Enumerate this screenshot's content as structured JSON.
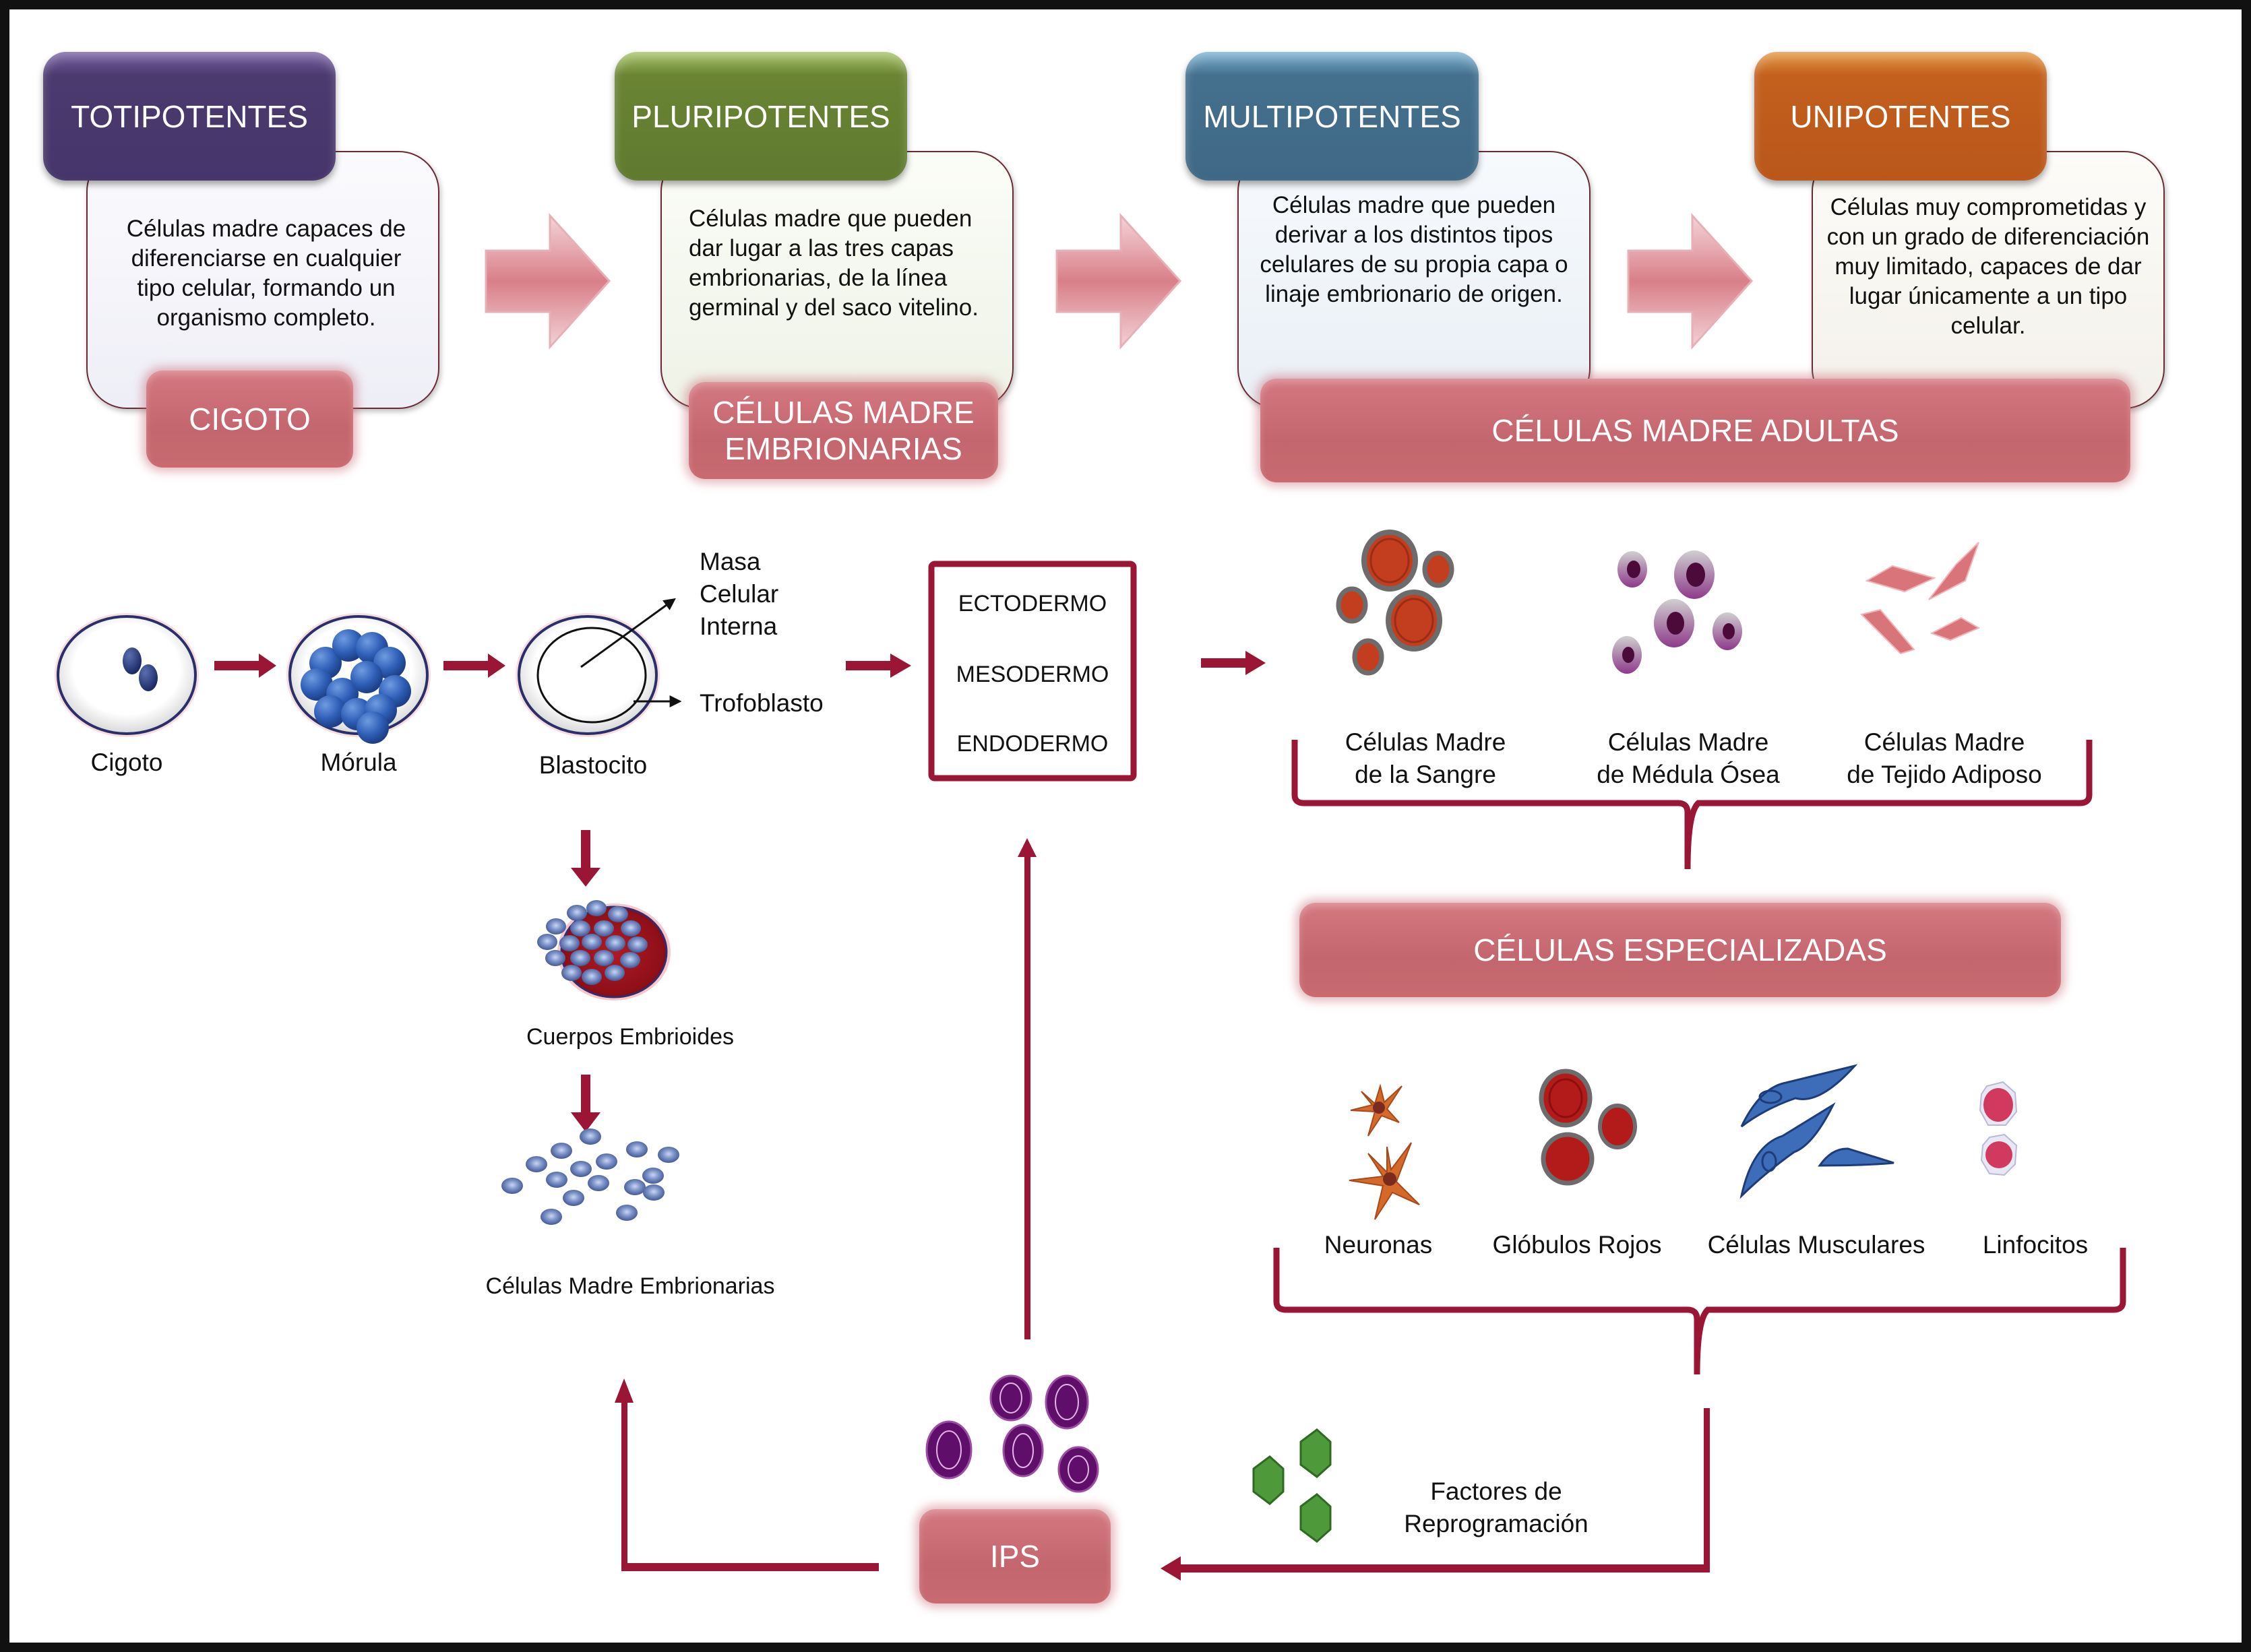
{
  "potency_levels": [
    {
      "title": "TOTIPOTENTES",
      "color": "#4b3a6e",
      "description": "Células madre capaces de diferenciarse en cualquier tipo celular, formando un organismo completo.",
      "example": "CIGOTO"
    },
    {
      "title": "PLURIPOTENTES",
      "color": "#6a8434",
      "description": "Células madre que pueden dar lugar a las tres capas embrionarias, de la línea germinal y del saco vitelino.",
      "example": "CÉLULAS MADRE EMBRIONARIAS"
    },
    {
      "title": "MULTIPOTENTES",
      "color": "#44708e",
      "description": "Células madre que pueden derivar a los distintos tipos celulares de su propia capa o linaje embrionario de origen.",
      "example": "CÉLULAS MADRE ADULTAS"
    },
    {
      "title": "UNIPOTENTES",
      "color": "#c3601e",
      "description": "Células muy comprometidas y con un grado de diferenciación muy limitado, capaces de dar lugar únicamente a un tipo celular."
    }
  ],
  "development": {
    "stages": [
      "Cigoto",
      "Mórula",
      "Blastocito"
    ],
    "blastocyst_parts": {
      "inner": "Masa Celular Interna",
      "outer": "Trofoblasto"
    },
    "embryoid": "Cuerpos Embrioides",
    "embryonic_stem": "Células Madre Embrionarias"
  },
  "germ_layers": [
    "ECTODERMO",
    "MESODERMO",
    "ENDODERMO"
  ],
  "adult_stem_cells": [
    {
      "line1": "Células Madre",
      "line2": "de la Sangre"
    },
    {
      "line1": "Células Madre",
      "line2": "de Médula Ósea"
    },
    {
      "line1": "Células Madre",
      "line2": "de Tejido Adiposo"
    }
  ],
  "specialized": {
    "title": "CÉLULAS ESPECIALIZADAS",
    "types": [
      "Neuronas",
      "Glóbulos Rojos",
      "Células Musculares",
      "Linfocitos"
    ]
  },
  "reprogramming": {
    "factors_line1": "Factores de",
    "factors_line2": "Reprogramación",
    "ips": "IPS"
  },
  "colors": {
    "arrow": "#9b1535",
    "pink_box": "#c86a70",
    "frame": "#111111"
  }
}
